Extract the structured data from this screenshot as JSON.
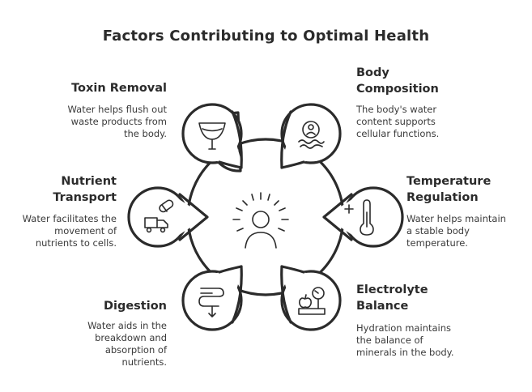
{
  "title": "Factors Contributing to Optimal Health",
  "center_icon": "person-with-radiating-glow-icon",
  "factors": [
    {
      "id": "toxin",
      "title": "Toxin Removal",
      "description": "Water helps flush out waste products from the body.",
      "icon": "filter-cup-icon"
    },
    {
      "id": "body",
      "title": "Body Composition",
      "description": "The body's water content supports cellular functions.",
      "icon": "person-in-water-icon"
    },
    {
      "id": "nutrient",
      "title": "Nutrient Transport",
      "description": "Water facilitates the movement of nutrients to cells.",
      "icon": "truck-with-pill-icon"
    },
    {
      "id": "temperature",
      "title": "Temperature Regulation",
      "description": "Water helps maintain a stable body temperature.",
      "icon": "thermometer-icon"
    },
    {
      "id": "digestion",
      "title": "Digestion",
      "description": "Water aids in the breakdown and absorption of nutrients.",
      "icon": "intestine-icon"
    },
    {
      "id": "electrolyte",
      "title": "Electrolyte Balance",
      "description": "Hydration maintains the balance of minerals in the body.",
      "icon": "scale-with-apple-icon"
    }
  ],
  "colors": {
    "stroke": "#2b2b2b",
    "background": "#ffffff"
  }
}
